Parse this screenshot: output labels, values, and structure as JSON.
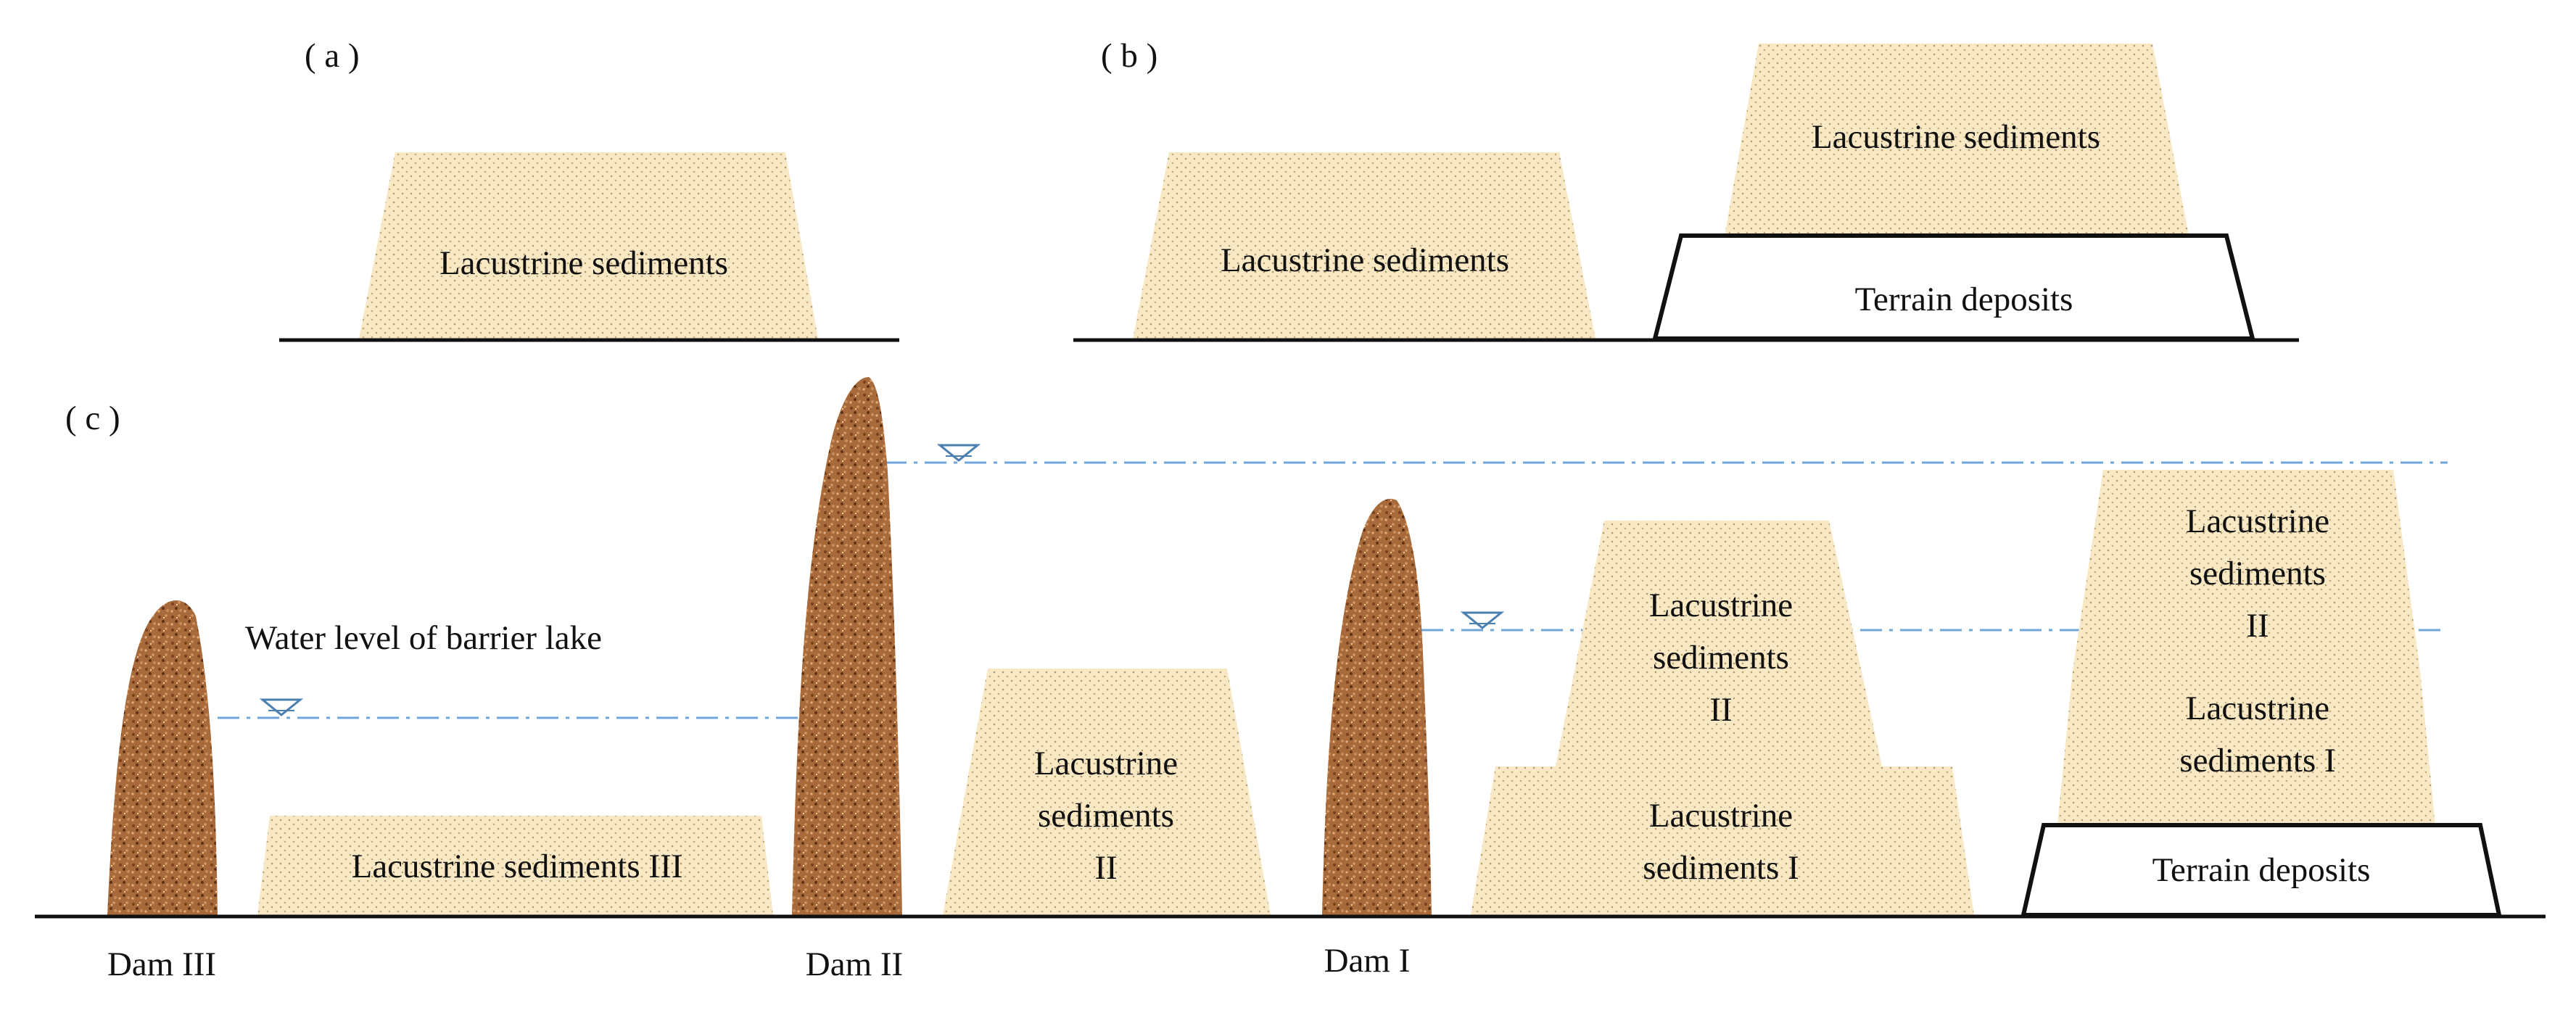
{
  "panels": {
    "a": "( a )",
    "b": "( b )",
    "c": "( c )"
  },
  "panel_a": {
    "sediment": "Lacustrine sediments"
  },
  "panel_b": {
    "left_sediment": "Lacustrine sediments",
    "upper_sediment": "Lacustrine sediments",
    "terrain": "Terrain deposits"
  },
  "panel_c": {
    "water_level_label": "Water level of barrier lake",
    "sediment_iii": "Lacustrine sediments III",
    "mid_sediment_ii": [
      "Lacustrine",
      "sediments",
      "II"
    ],
    "right1_upper_ii": [
      "Lacustrine",
      "sediments",
      "II"
    ],
    "right1_lower_i": [
      "Lacustrine",
      "sediments I"
    ],
    "right2_upper_ii": [
      "Lacustrine",
      "sediments",
      "II"
    ],
    "right2_lower_i": [
      "Lacustrine",
      "sediments I"
    ],
    "right2_terrain": "Terrain deposits",
    "dam_iii": "Dam III",
    "dam_ii": "Dam II",
    "dam_i": "Dam I"
  },
  "colors": {
    "sediment_fill": "#f8e8c4",
    "sediment_dot": "#b39c6e",
    "dam_base": "#a86a3a",
    "water_line": "#6ea6d8",
    "ground": "#111111"
  }
}
